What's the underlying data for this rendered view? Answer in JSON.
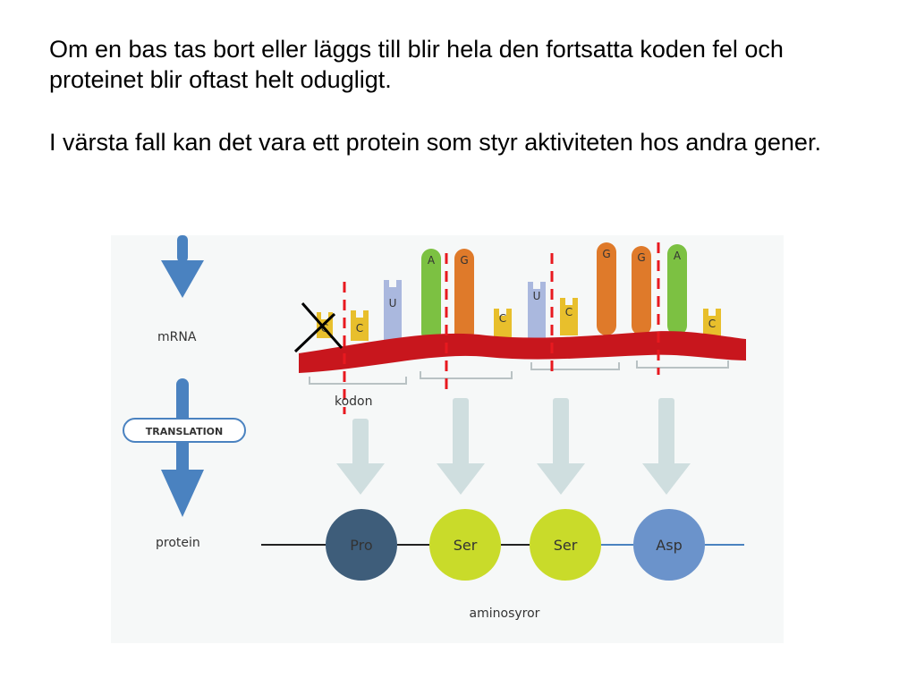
{
  "text": {
    "paragraph1": "Om en bas tas bort eller läggs till blir hela den fortsatta koden fel och proteinet blir oftast helt odugligt.",
    "paragraph2": "I värsta fall kan det vara ett protein som styr aktiviteten hos andra gener."
  },
  "figure": {
    "labels": {
      "mrna": "mRNA",
      "translation": "TRANSLATION",
      "protein": "protein",
      "kodon": "kodon",
      "aminosyror": "aminosyror"
    },
    "bases": [
      "C",
      "C",
      "U",
      "A",
      "G",
      "C",
      "U",
      "C",
      "G",
      "G",
      "A",
      "C"
    ],
    "amino_acids": [
      "Pro",
      "Ser",
      "Ser",
      "Asp"
    ],
    "colors": {
      "mrna_strand": "#c8161d",
      "arrow_blue": "#4a82c0",
      "arrow_light": "#cfdedf",
      "dashed_line": "#e8191f",
      "base_yellow": "#e8bf2c",
      "base_orange": "#df7a2a",
      "base_green": "#7cc142",
      "base_lavender": "#aab8de",
      "pro": "#3e5d7a",
      "ser": "#c9db2a",
      "asp": "#6b93cb"
    }
  }
}
